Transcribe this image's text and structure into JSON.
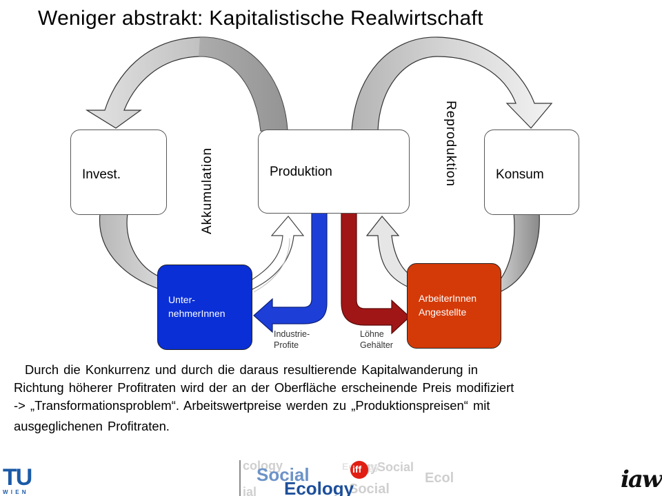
{
  "title": "Weniger abstrakt: Kapitalistische Realwirtschaft",
  "nodes": {
    "invest": "Invest.",
    "produktion": "Produktion",
    "konsum": "Konsum",
    "unternehmer_line1": "Unter-",
    "unternehmer_line2": "nehmerInnen",
    "arbeiter_line1": "ArbeiterInnen",
    "arbeiter_line2": "Angestellte"
  },
  "labels": {
    "akkumulation": "Akkumulation",
    "reproduktion": "Reproduktion",
    "profite_line1": "Industrie-",
    "profite_line2": "Profite",
    "loehne_line1": "Löhne",
    "loehne_line2": "Gehälter"
  },
  "paragraph": {
    "line1": "Durch die Konkurrenz und durch die daraus resultierende Kapitalwanderung in",
    "line2": "Richtung höherer Profitraten wird der an der Oberfläche erscheinende Preis modifiziert",
    "line3": "-> „Transformationsproblem“. Arbeitswertpreise werden zu „Produktionspreisen“ mit",
    "line4": "ausgeglichenen Profitraten."
  },
  "footer": {
    "tu_logo": "TU",
    "tu_sub": "W I E N",
    "banner_social": "Social",
    "banner_ecology": "Ecology",
    "banner_iff": "iff",
    "iaw_logo": "iaw"
  },
  "colors": {
    "unternehmer": "#0a2fd6",
    "arbeiter": "#d43a08",
    "profite_arrow": "#1d3fd8",
    "loehne_arrow": "#a01616",
    "gray_arrow": "#bdbdbd",
    "gray_arrow_dark": "#8e8e8e"
  }
}
